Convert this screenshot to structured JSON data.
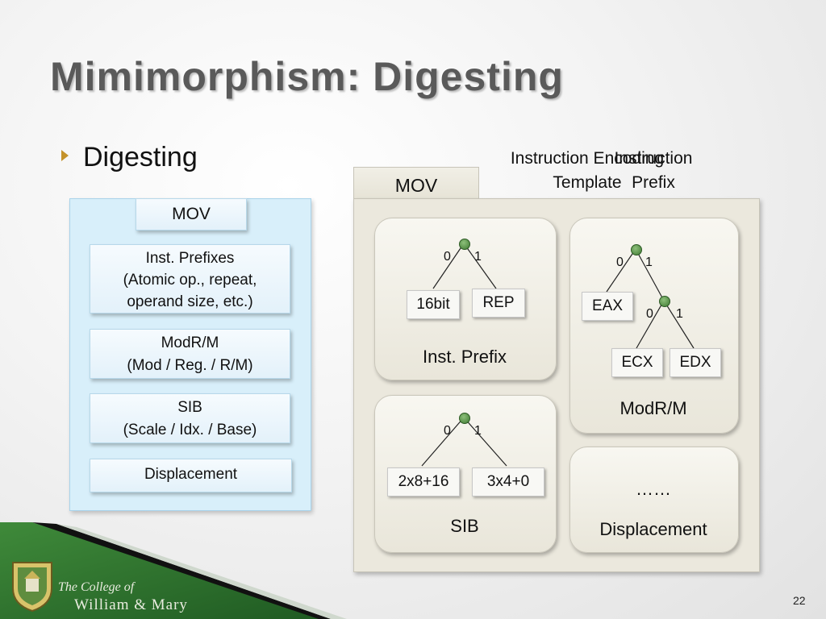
{
  "slide": {
    "title": "Mimimorphism: Digesting",
    "bullet": "Digesting",
    "page_number": "22"
  },
  "left_panel": {
    "mov": "MOV",
    "prefix": [
      "Inst. Prefixes",
      "(Atomic op., repeat,",
      "operand size, etc.)"
    ],
    "modrm": [
      "ModR/M",
      "(Mod / Reg. / R/M)"
    ],
    "sib": [
      "SIB",
      "(Scale / Idx. / Base)"
    ],
    "displacement": "Displacement"
  },
  "right_panel": {
    "tab": "MOV",
    "label_template": [
      "Instruction Encoding",
      "Template"
    ],
    "label_prefix": [
      "Instruction",
      "Prefix"
    ],
    "inst_prefix": {
      "title": "Inst. Prefix",
      "bit0": "0",
      "bit1": "1",
      "leaf_left": "16bit",
      "leaf_right": "REP"
    },
    "modrm": {
      "title": "ModR/M",
      "bit0": "0",
      "bit1": "1",
      "leaf_eax": "EAX",
      "sub_bit0": "0",
      "sub_bit1": "1",
      "leaf_ecx": "ECX",
      "leaf_edx": "EDX"
    },
    "sib": {
      "title": "SIB",
      "bit0": "0",
      "bit1": "1",
      "leaf_left": "2x8+16",
      "leaf_right": "3x4+0"
    },
    "displacement": {
      "dots": "……",
      "title": "Displacement"
    }
  },
  "footer": {
    "college_line1": "The College of",
    "college_line2": "William & Mary"
  },
  "colors": {
    "title": "#5a5a5a",
    "bullet_arrow": "#c4922a",
    "left_panel_bg": "#d8effa",
    "right_panel_bg": "#ebe8dd",
    "footer_green": "#2f6e2c"
  },
  "icons": {
    "bullet": "triangle-bullet-icon",
    "logo": "college-crest-icon",
    "tree_node": "tree-node-icon"
  }
}
